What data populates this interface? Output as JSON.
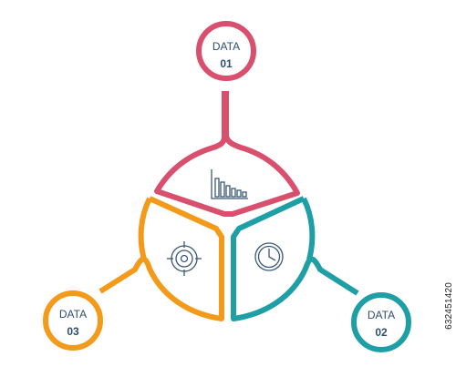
{
  "diagram": {
    "nodes": [
      {
        "id": "top",
        "label": "DATA",
        "number": "01",
        "color": "#D94F6E",
        "icon": "bar-chart-icon"
      },
      {
        "id": "right",
        "label": "DATA",
        "number": "02",
        "color": "#1E9FA6",
        "icon": "clock-icon"
      },
      {
        "id": "left",
        "label": "DATA",
        "number": "03",
        "color": "#F39A1B",
        "icon": "target-icon"
      }
    ],
    "text_color": "#2E4E6E"
  },
  "stock_id": "632451420"
}
